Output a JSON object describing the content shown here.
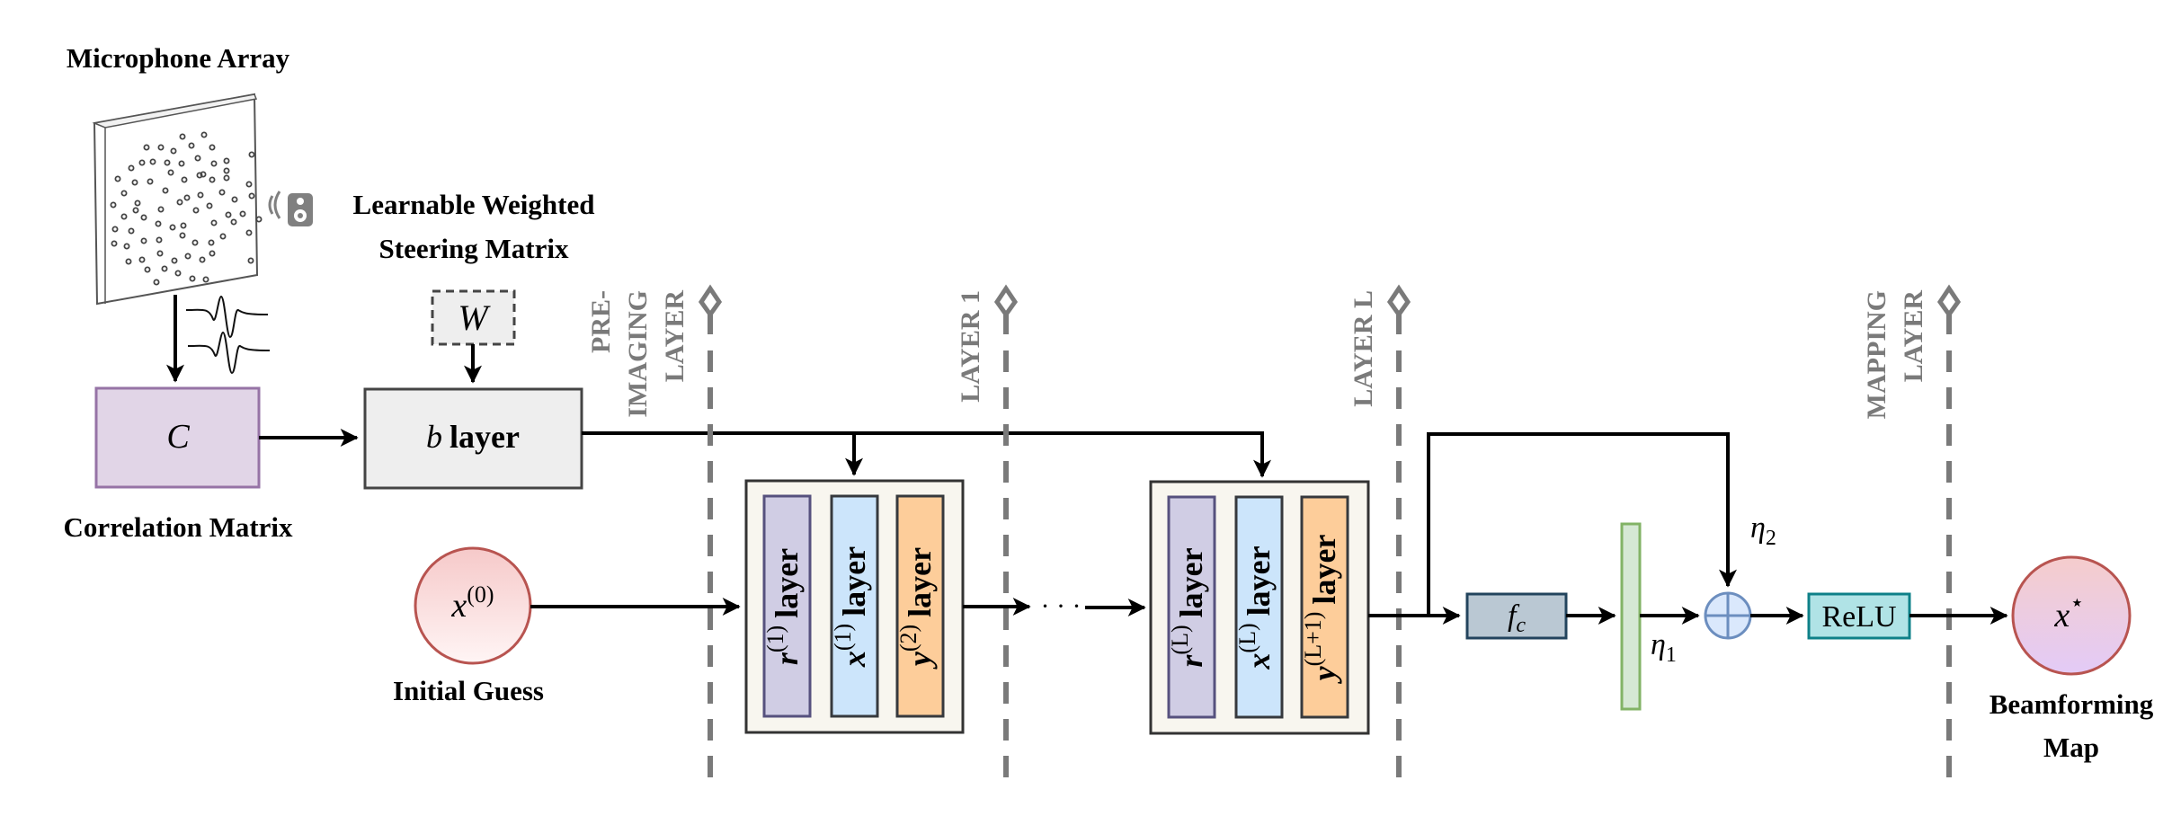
{
  "diagram": {
    "microphone_array": {
      "title": "Microphone Array"
    },
    "steering": {
      "title_line1": "Learnable Weighted",
      "title_line2": "Steering Matrix",
      "weight_symbol": "W"
    },
    "correlation": {
      "symbol": "C",
      "caption": "Correlation Matrix"
    },
    "b_layer": {
      "symbol": "b",
      "label": "layer"
    },
    "initial_guess": {
      "symbol": "x",
      "superscript": "(0)",
      "caption": "Initial Guess"
    },
    "layer_markers": [
      {
        "lines": [
          "PRE-",
          "IMAGING",
          "LAYER"
        ]
      },
      {
        "lines": [
          "LAYER 1"
        ]
      },
      {
        "lines": [
          "LAYER L"
        ]
      },
      {
        "lines": [
          "MAPPING",
          "LAYER"
        ]
      }
    ],
    "block_first": {
      "sublayers": [
        {
          "symbol": "r",
          "superscript": "(1)",
          "label": "layer",
          "color": "#d0cde4"
        },
        {
          "symbol": "x",
          "superscript": "(1)",
          "label": "layer",
          "color": "#cce5fb"
        },
        {
          "symbol": "y",
          "superscript": "(2)",
          "label": "layer",
          "color": "#fdcd9a"
        }
      ]
    },
    "ellipsis": "· · ·",
    "block_last": {
      "sublayers": [
        {
          "symbol": "r",
          "superscript": "(L)",
          "label": "layer",
          "color": "#d0cde4"
        },
        {
          "symbol": "x",
          "superscript": "(L)",
          "label": "layer",
          "color": "#cce5fb"
        },
        {
          "symbol": "y",
          "superscript": "(L+1)",
          "label": "layer",
          "color": "#fdcd9a"
        }
      ]
    },
    "mapping": {
      "fc": {
        "symbol": "f",
        "subscript": "c"
      },
      "eta1": {
        "symbol": "η",
        "subscript": "1"
      },
      "eta2": {
        "symbol": "η",
        "subscript": "2"
      },
      "sum_symbol": "⊕",
      "relu": "ReLU"
    },
    "output": {
      "symbol": "x",
      "superscript": "⋆",
      "caption_line1": "Beamforming",
      "caption_line2": "Map"
    },
    "colors": {
      "correlation_fill": "#e1d5e7",
      "correlation_stroke": "#9673a6",
      "b_fill": "#eeeeee",
      "block_fill": "#f8f6ef",
      "fc_fill": "#bac8d3",
      "fc_stroke": "#23445d",
      "eta_bar_fill": "#d5e8d4",
      "eta_bar_stroke": "#82b366",
      "sum_fill": "#dae8fc",
      "sum_stroke": "#6c8ebf",
      "relu_fill": "#b0e3e6",
      "relu_stroke": "#0e8088",
      "node_stroke": "#b85450",
      "marker_gray": "#7a7a7a"
    }
  }
}
